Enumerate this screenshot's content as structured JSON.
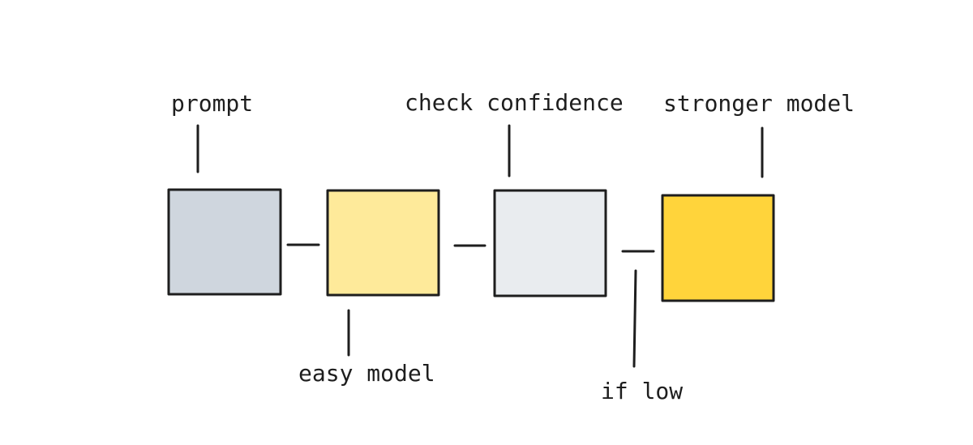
{
  "nodes": [
    {
      "id": "prompt",
      "label": "prompt",
      "color": "#cfd6de"
    },
    {
      "id": "easy",
      "label": "easy model",
      "color": "#feea9a"
    },
    {
      "id": "check",
      "label": "check confidence",
      "color": "#e9ecef"
    },
    {
      "id": "strong",
      "label": "stronger model",
      "color": "#ffd43b"
    }
  ],
  "edge_labels": {
    "if_low": "if low"
  }
}
